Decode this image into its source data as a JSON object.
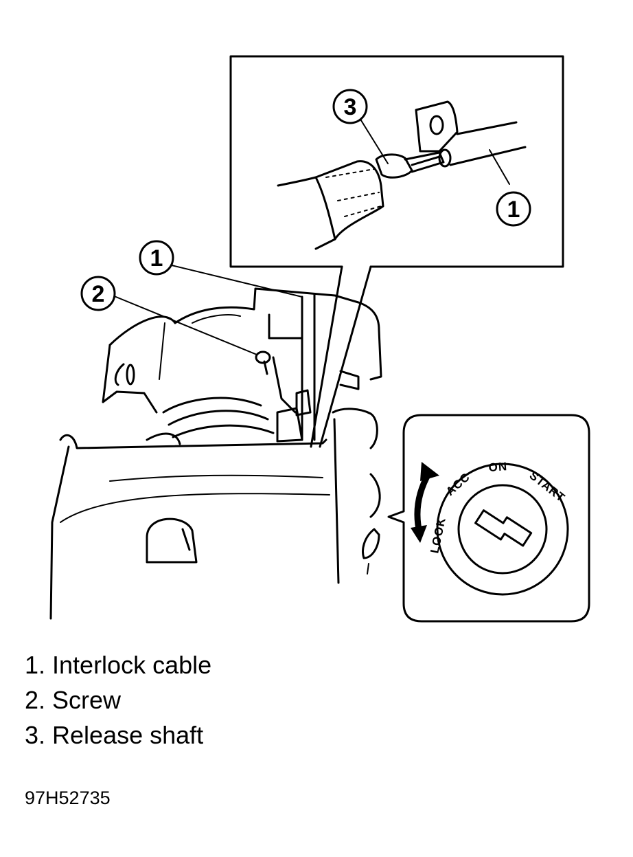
{
  "callouts": {
    "detail_cable": "1",
    "detail_shaft": "3",
    "main_cable": "1",
    "main_screw": "2"
  },
  "ignition_positions": [
    "LOOK",
    "ACC",
    "ON",
    "START"
  ],
  "legend": [
    {
      "label": "1. Interlock cable"
    },
    {
      "label": "2. Screw"
    },
    {
      "label": "3. Release shaft"
    }
  ],
  "figure_id": "97H52735"
}
